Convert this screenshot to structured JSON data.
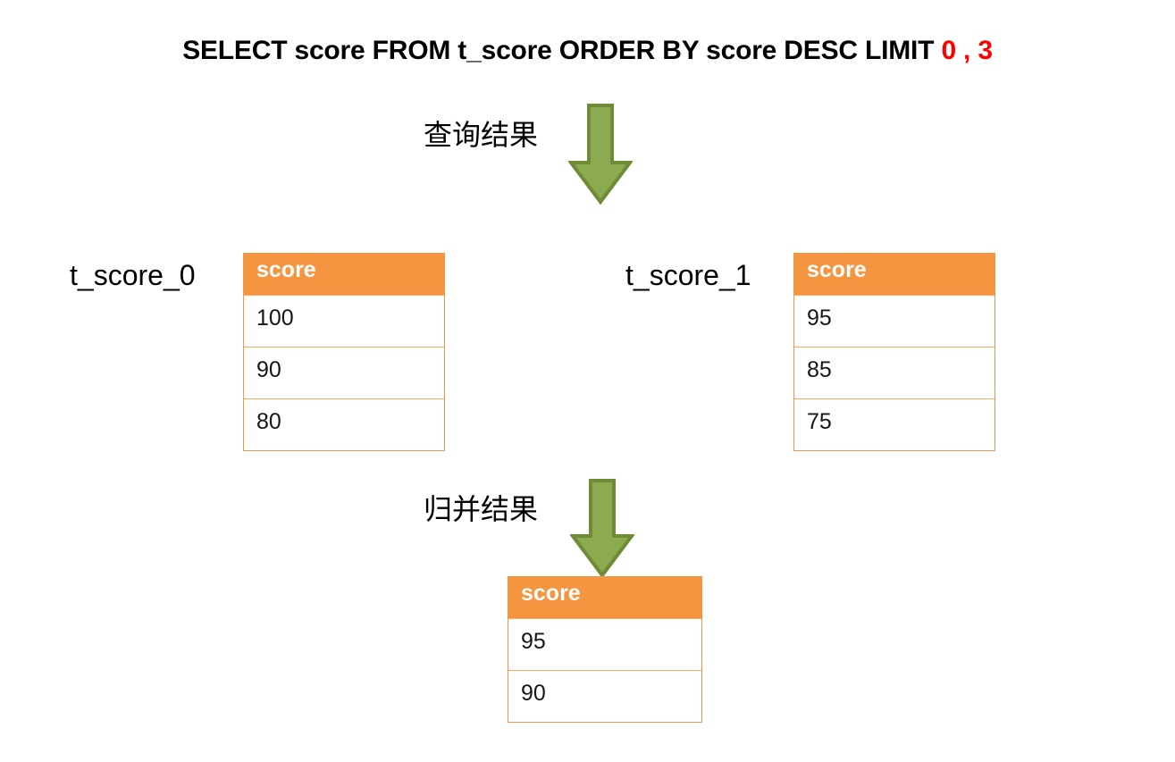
{
  "title": {
    "prefix": "SELECT score FROM t_score ORDER BY score DESC LIMIT ",
    "limit": "0 , 3",
    "full": "SELECT score FROM t_score ORDER BY score DESC LIMIT 0 , 3",
    "limit_color": "#ff0000",
    "text_color": "#000000"
  },
  "flow": {
    "query_label": "查询结果",
    "merge_label": "归并结果",
    "arrow_fill": "#8cab50",
    "arrow_stroke": "#6e8b35",
    "query_arrow_icon": "down-arrow-icon",
    "merge_arrow_icon": "down-arrow-icon"
  },
  "theme": {
    "header_bg": "#f5953f",
    "header_text": "#ffffff",
    "cell_border": "#f9ab63",
    "table_border": "#f2954a",
    "cell_text": "#161616",
    "page_bg": "#ffffff"
  },
  "tables": [
    {
      "name": "t_score_0",
      "columns": [
        "score"
      ],
      "rows": [
        "100",
        "90",
        "80"
      ]
    },
    {
      "name": "t_score_1",
      "columns": [
        "score"
      ],
      "rows": [
        "95",
        "85",
        "75"
      ]
    },
    {
      "name": "",
      "columns": [
        "score"
      ],
      "rows": [
        "95",
        "90"
      ]
    }
  ],
  "chart_data": {
    "type": "table",
    "title": "SELECT score FROM t_score ORDER BY score DESC LIMIT 0 , 3",
    "shards": [
      {
        "label": "t_score_0",
        "column": "score",
        "values": [
          100,
          90,
          80
        ]
      },
      {
        "label": "t_score_1",
        "column": "score",
        "values": [
          95,
          85,
          75
        ]
      }
    ],
    "merged": {
      "label": "归并结果",
      "column": "score",
      "values": [
        95,
        90
      ]
    },
    "annotations": [
      "查询结果",
      "归并结果"
    ]
  }
}
